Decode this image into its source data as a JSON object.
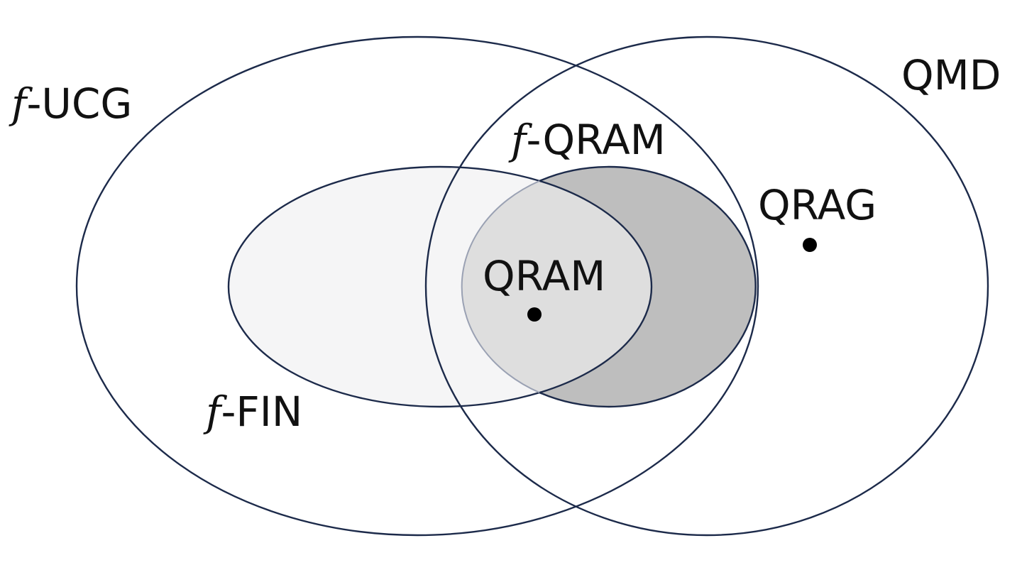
{
  "sets": {
    "f_ucg": {
      "prefix": "f",
      "name": "-UCG"
    },
    "qmd": {
      "name": "QMD"
    },
    "f_qram": {
      "prefix": "f",
      "name": "-QRAM"
    },
    "f_fin": {
      "prefix": "f",
      "name": "-FIN"
    }
  },
  "points": {
    "qram": {
      "name": "QRAM"
    },
    "qrag": {
      "name": "QRAG"
    }
  },
  "colors": {
    "outline": "#1c2a4a",
    "f_fin_fill": "#f5f5f6",
    "f_qram_fill": "#bebebe",
    "intersection_fill": "#dedede",
    "point": "#000000"
  }
}
